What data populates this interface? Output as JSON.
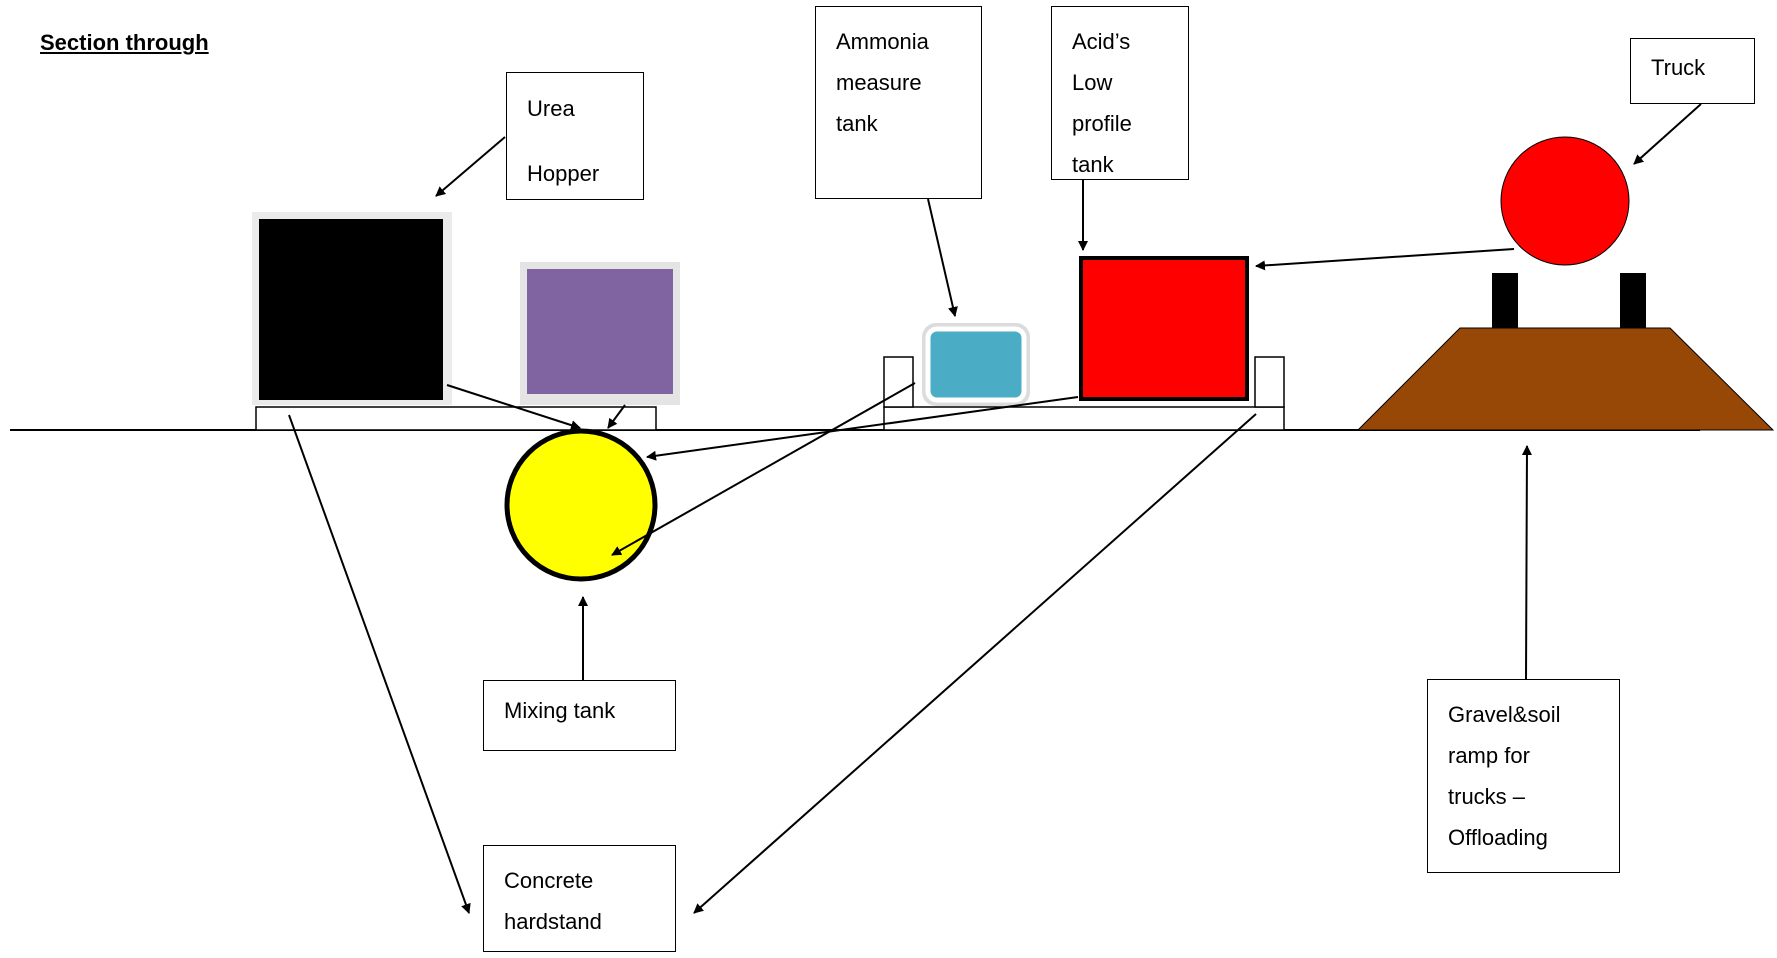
{
  "title": "Section through",
  "labels": {
    "urea_hopper": [
      "Urea",
      "Hopper"
    ],
    "ammonia_tank": [
      "Ammonia",
      "measure",
      "tank"
    ],
    "acids_tank": [
      "Acid’s",
      "Low",
      "profile",
      "tank"
    ],
    "truck": [
      "Truck"
    ],
    "mixing_tank": [
      "Mixing tank"
    ],
    "concrete": [
      "Concrete",
      "hardstand"
    ],
    "ramp": [
      "Gravel&soil",
      "ramp for",
      "trucks –",
      "Offloading"
    ]
  },
  "colors": {
    "urea_hopper": "#000000",
    "purple_tank": "#8064A2",
    "ammonia_tank": "#4BACC6",
    "acid_tank": "#FF0000",
    "truck": "#FF0000",
    "mixing_tank": "#FFFF00",
    "ramp": "#974806"
  }
}
